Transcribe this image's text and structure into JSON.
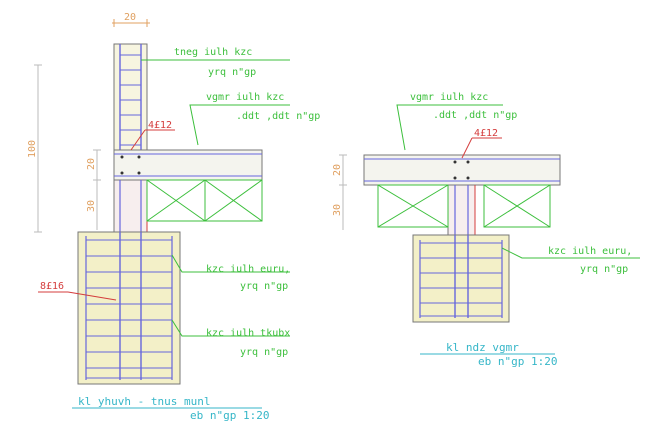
{
  "colors": {
    "concrete_outline": "#6a6a6a",
    "rebar": "#6666dd",
    "annotation": "#3cbf3c",
    "dimension": "#e0a060",
    "rebar_callout": "#d43c3c",
    "title": "#35b6c8",
    "footing_fill": "#f3f0c8"
  },
  "left_detail": {
    "dim_top": "20",
    "dim_vertical_total": "100",
    "dim_slab": "20",
    "dim_beam": "30",
    "callout_wall_line1": "tneg iulh kzc",
    "callout_wall_line2": "yrq n\"gp",
    "callout_slab_line1": "vgmr iulh kzc",
    "callout_slab_line2": ".ddt ,ddt n\"gp",
    "rebar_label_top": "4£12",
    "rebar_label_side": "8£16",
    "callout_footing1_line1": "kzc iulh euru,",
    "callout_footing1_line2": "yrq n\"gp",
    "callout_footing2_line1": "kzc iulh tkubx",
    "callout_footing2_line2": "yrq n\"gp",
    "title_line1": "kl yhuvh - tnus munl",
    "title_line2": "eb n\"gp 1:20"
  },
  "right_detail": {
    "callout_slab_line1": "vgmr iulh kzc",
    "callout_slab_line2": ".ddt ,ddt n\"gp",
    "rebar_label_top": "4£12",
    "dim_slab": "20",
    "dim_beam": "30",
    "callout_footing_line1": "kzc iulh euru,",
    "callout_footing_line2": "yrq n\"gp",
    "title_line1": "kl ndz vgmr",
    "title_line2": "eb n\"gp 1:20"
  }
}
